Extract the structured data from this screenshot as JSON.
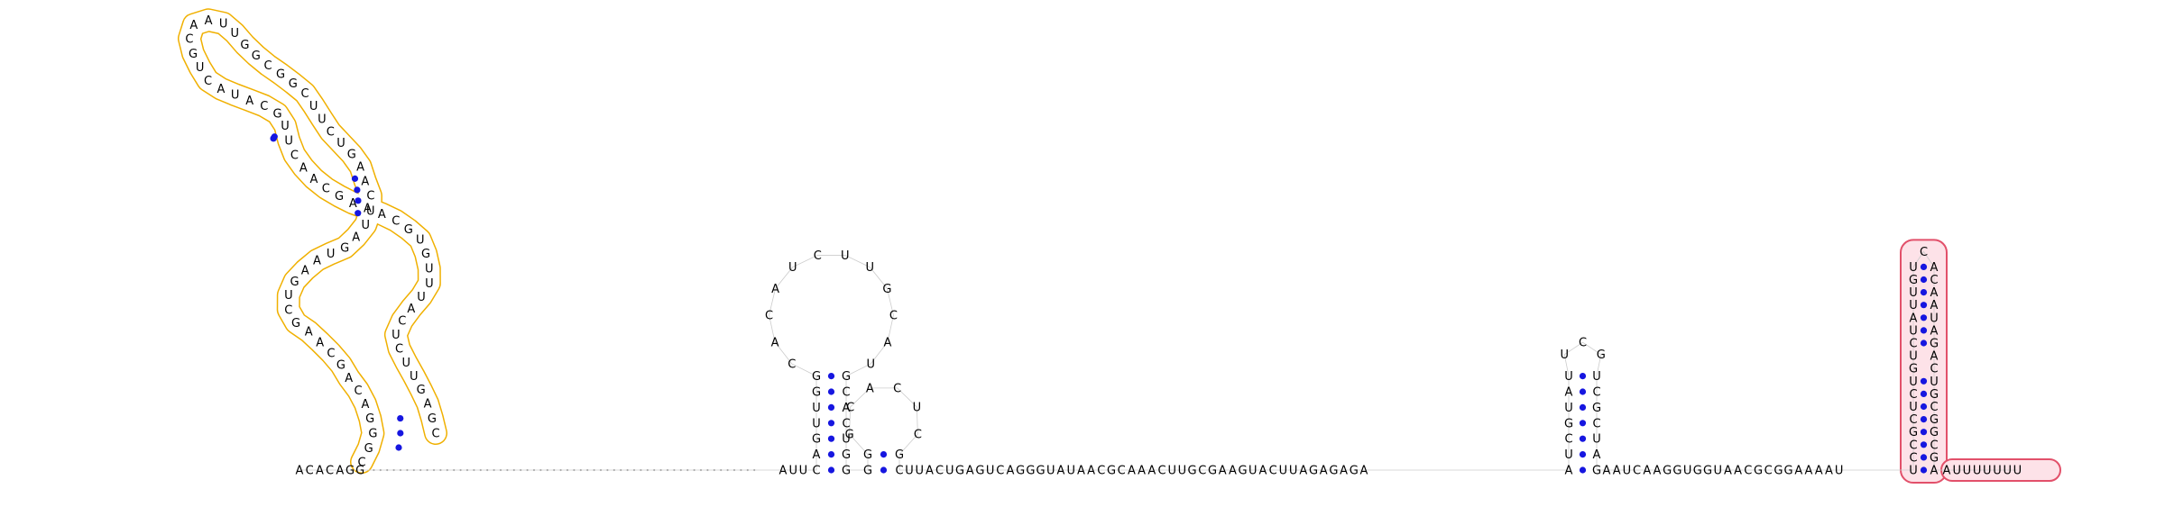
{
  "colors": {
    "background": "#ffffff",
    "nucleotide": "#000000",
    "pair_dot": "#1616e0",
    "backbone": "#999999",
    "region1_outline": "#f0b000",
    "region1_highlight": "#f4b400",
    "region2_outline": "#e2506a",
    "region2_fill": "#fde2e8"
  },
  "left_tail": "ACACAGG",
  "gap_dots": 58,
  "stem_a": {
    "left": "CAGUUGG",
    "right": "GCACUGG",
    "loop": "CACAUCUUGCAU"
  },
  "stem_b": {
    "left": "GG",
    "right": "GC",
    "loop": "GCACUC"
  },
  "linker_b_c": "UUACUGAGUCAGGGUAUAACGCAAACUUGCGAAGUACUUAGAGAGA",
  "stem_c": {
    "left": "AUCGUAU",
    "right": "UCGCUAG",
    "loop": "UCG"
  },
  "linker_c_d": "AAUCAAGGUGGUAACGCGGAAAAU",
  "stem_d": {
    "left": "UCCGCUCUGUCUAUUGU",
    "loop": "C",
    "right": "ACAAUAGACUGCGGCGA"
  },
  "right_tail": "AUUUUUUU",
  "left_domain": {
    "sequence": "CGAGUUCUCAUUUGUGCAAAGCAACUUGCAUACUGCAAUUGGCGGCUUCUGAACUUAGUAAGUCGAACGACAGGGC",
    "highlighted": "AUG"
  }
}
